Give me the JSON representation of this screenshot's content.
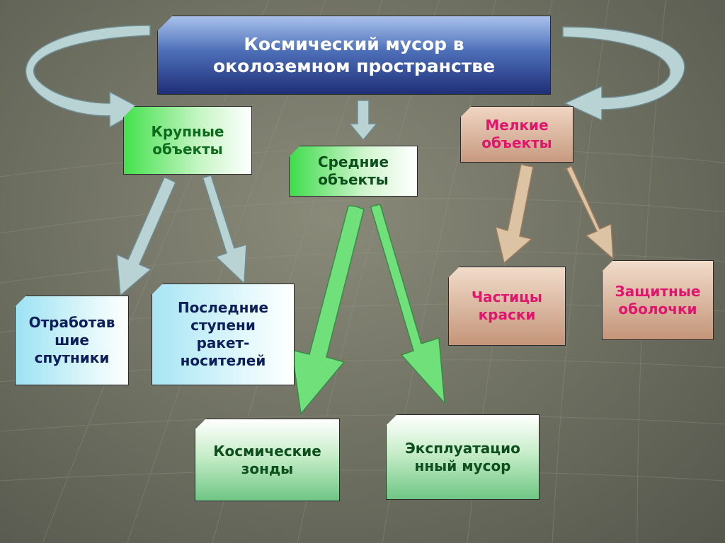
{
  "title": [
    "Космический мусор в",
    "околоземном пространстве"
  ],
  "categories": {
    "large": [
      "Крупные",
      "объекты"
    ],
    "medium": [
      "Средние",
      "объекты"
    ],
    "small": [
      "Мелкие",
      "объекты"
    ]
  },
  "items": {
    "spent_satellites": [
      "Отработав",
      "шие",
      "спутники"
    ],
    "rocket_stages": [
      "Последние",
      "ступени",
      "ракет-",
      "носителей"
    ],
    "space_probes": [
      "Космические",
      "зонды"
    ],
    "operational_debris": [
      "Эксплуатацио",
      "нный мусор"
    ],
    "paint_particles": [
      "Частицы",
      "краски"
    ],
    "protective_shells": [
      "Защитные",
      "оболочки"
    ]
  },
  "colors": {
    "title_text": "#ffffff",
    "green_text": "#0c6b1c",
    "pink_text": "#e0156e",
    "navy_text": "#0d1f5a",
    "arrow_blue": "#b9d2d4",
    "arrow_green": "#6fe07a",
    "arrow_tan": "#dcc3a3"
  }
}
